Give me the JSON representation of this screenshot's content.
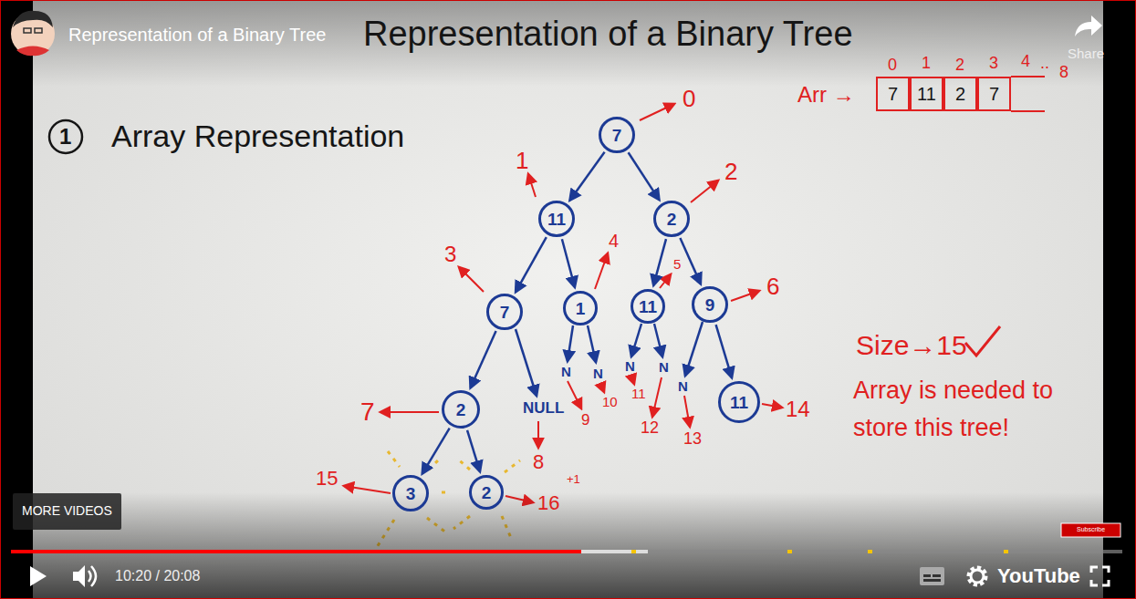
{
  "diagram": {
    "title": "Representation of a Binary Tree",
    "nodes": [
      {
        "text": [
          "7"
        ]
      },
      {
        "text": [
          "11"
        ]
      },
      {
        "text": [
          "2"
        ]
      },
      {
        "text": [
          "7"
        ]
      },
      {
        "text": [
          "1"
        ]
      },
      {
        "text": [
          "11"
        ]
      },
      {
        "text": [
          "9"
        ]
      },
      {
        "text": [
          "2"
        ]
      },
      {
        "text": [
          "11"
        ]
      },
      {
        "text": [
          "3"
        ]
      },
      {
        "text": [
          "2"
        ]
      },
      {
        "text": [
          "7"
        ]
      },
      {
        "text": [
          "11"
        ]
      },
      {
        "text": [
          "2"
        ]
      },
      {
        "text": [
          "7"
        ]
      }
    ],
    "edges": [
      {
        "from": 0,
        "to": 1,
        "arrow": "to"
      },
      {
        "from": 0,
        "to": 2,
        "arrow": "to"
      },
      {
        "from": 1,
        "to": 3,
        "arrow": "to"
      },
      {
        "from": 1,
        "to": 4,
        "arrow": "to"
      },
      {
        "from": 2,
        "to": 5,
        "arrow": "to"
      },
      {
        "from": 2,
        "to": 6,
        "arrow": "to"
      },
      {
        "from": 3,
        "to": 7,
        "arrow": "to"
      },
      {
        "from": 6,
        "to": 8,
        "arrow": "to"
      },
      {
        "from": 7,
        "to": 9,
        "arrow": "to"
      },
      {
        "from": 7,
        "to": 10,
        "arrow": "to"
      }
    ],
    "labels": [
      "Representation of a Binary Tree",
      "Share",
      "1",
      "Array Representation",
      "Arr →",
      "0",
      "1",
      "2",
      "3",
      "4",
      "..",
      "8",
      "0",
      "1",
      "2",
      "3",
      "4",
      "5",
      "6",
      "7",
      "8",
      "9",
      "10",
      "11",
      "12",
      "13",
      "14",
      "15",
      "16",
      "+1",
      "N",
      "N",
      "N",
      "N",
      "N",
      "NULL",
      "Size→15",
      "Array is needed to store this tree!",
      "MORE VIDEOS",
      "10:20 / 20:08",
      "YouTube",
      "Subscribe"
    ]
  }
}
